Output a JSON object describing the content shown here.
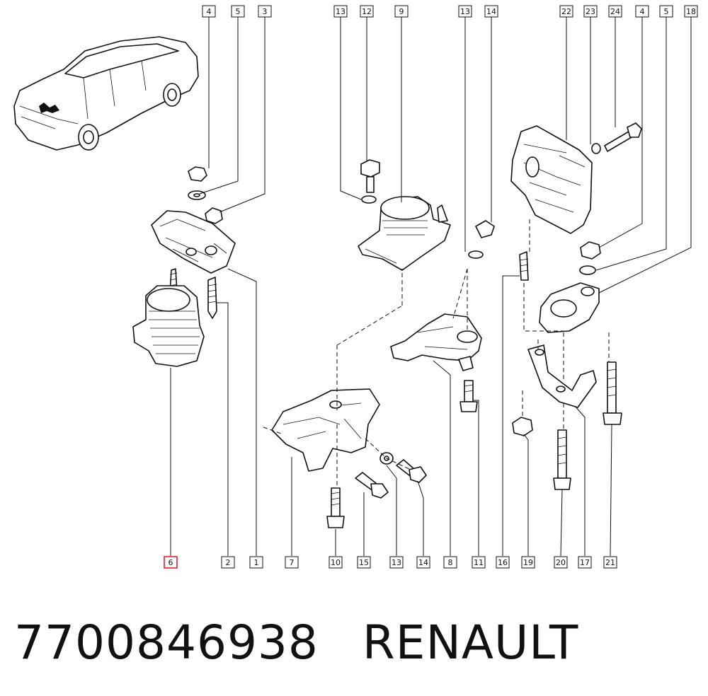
{
  "callouts_top": [
    "4",
    "5",
    "3",
    "13",
    "12",
    "9",
    "13",
    "14",
    "22",
    "23",
    "24",
    "4",
    "5",
    "18"
  ],
  "callouts_bottom": [
    "6",
    "2",
    "1",
    "7",
    "10",
    "15",
    "13",
    "14",
    "8",
    "11",
    "16",
    "19",
    "20",
    "17",
    "21"
  ],
  "highlighted_callout": "6",
  "caption": {
    "part_number": "7700846938",
    "brand": "RENAULT"
  },
  "colors": {
    "line": "#111111",
    "highlight": "#e0202a",
    "background": "#ffffff"
  }
}
